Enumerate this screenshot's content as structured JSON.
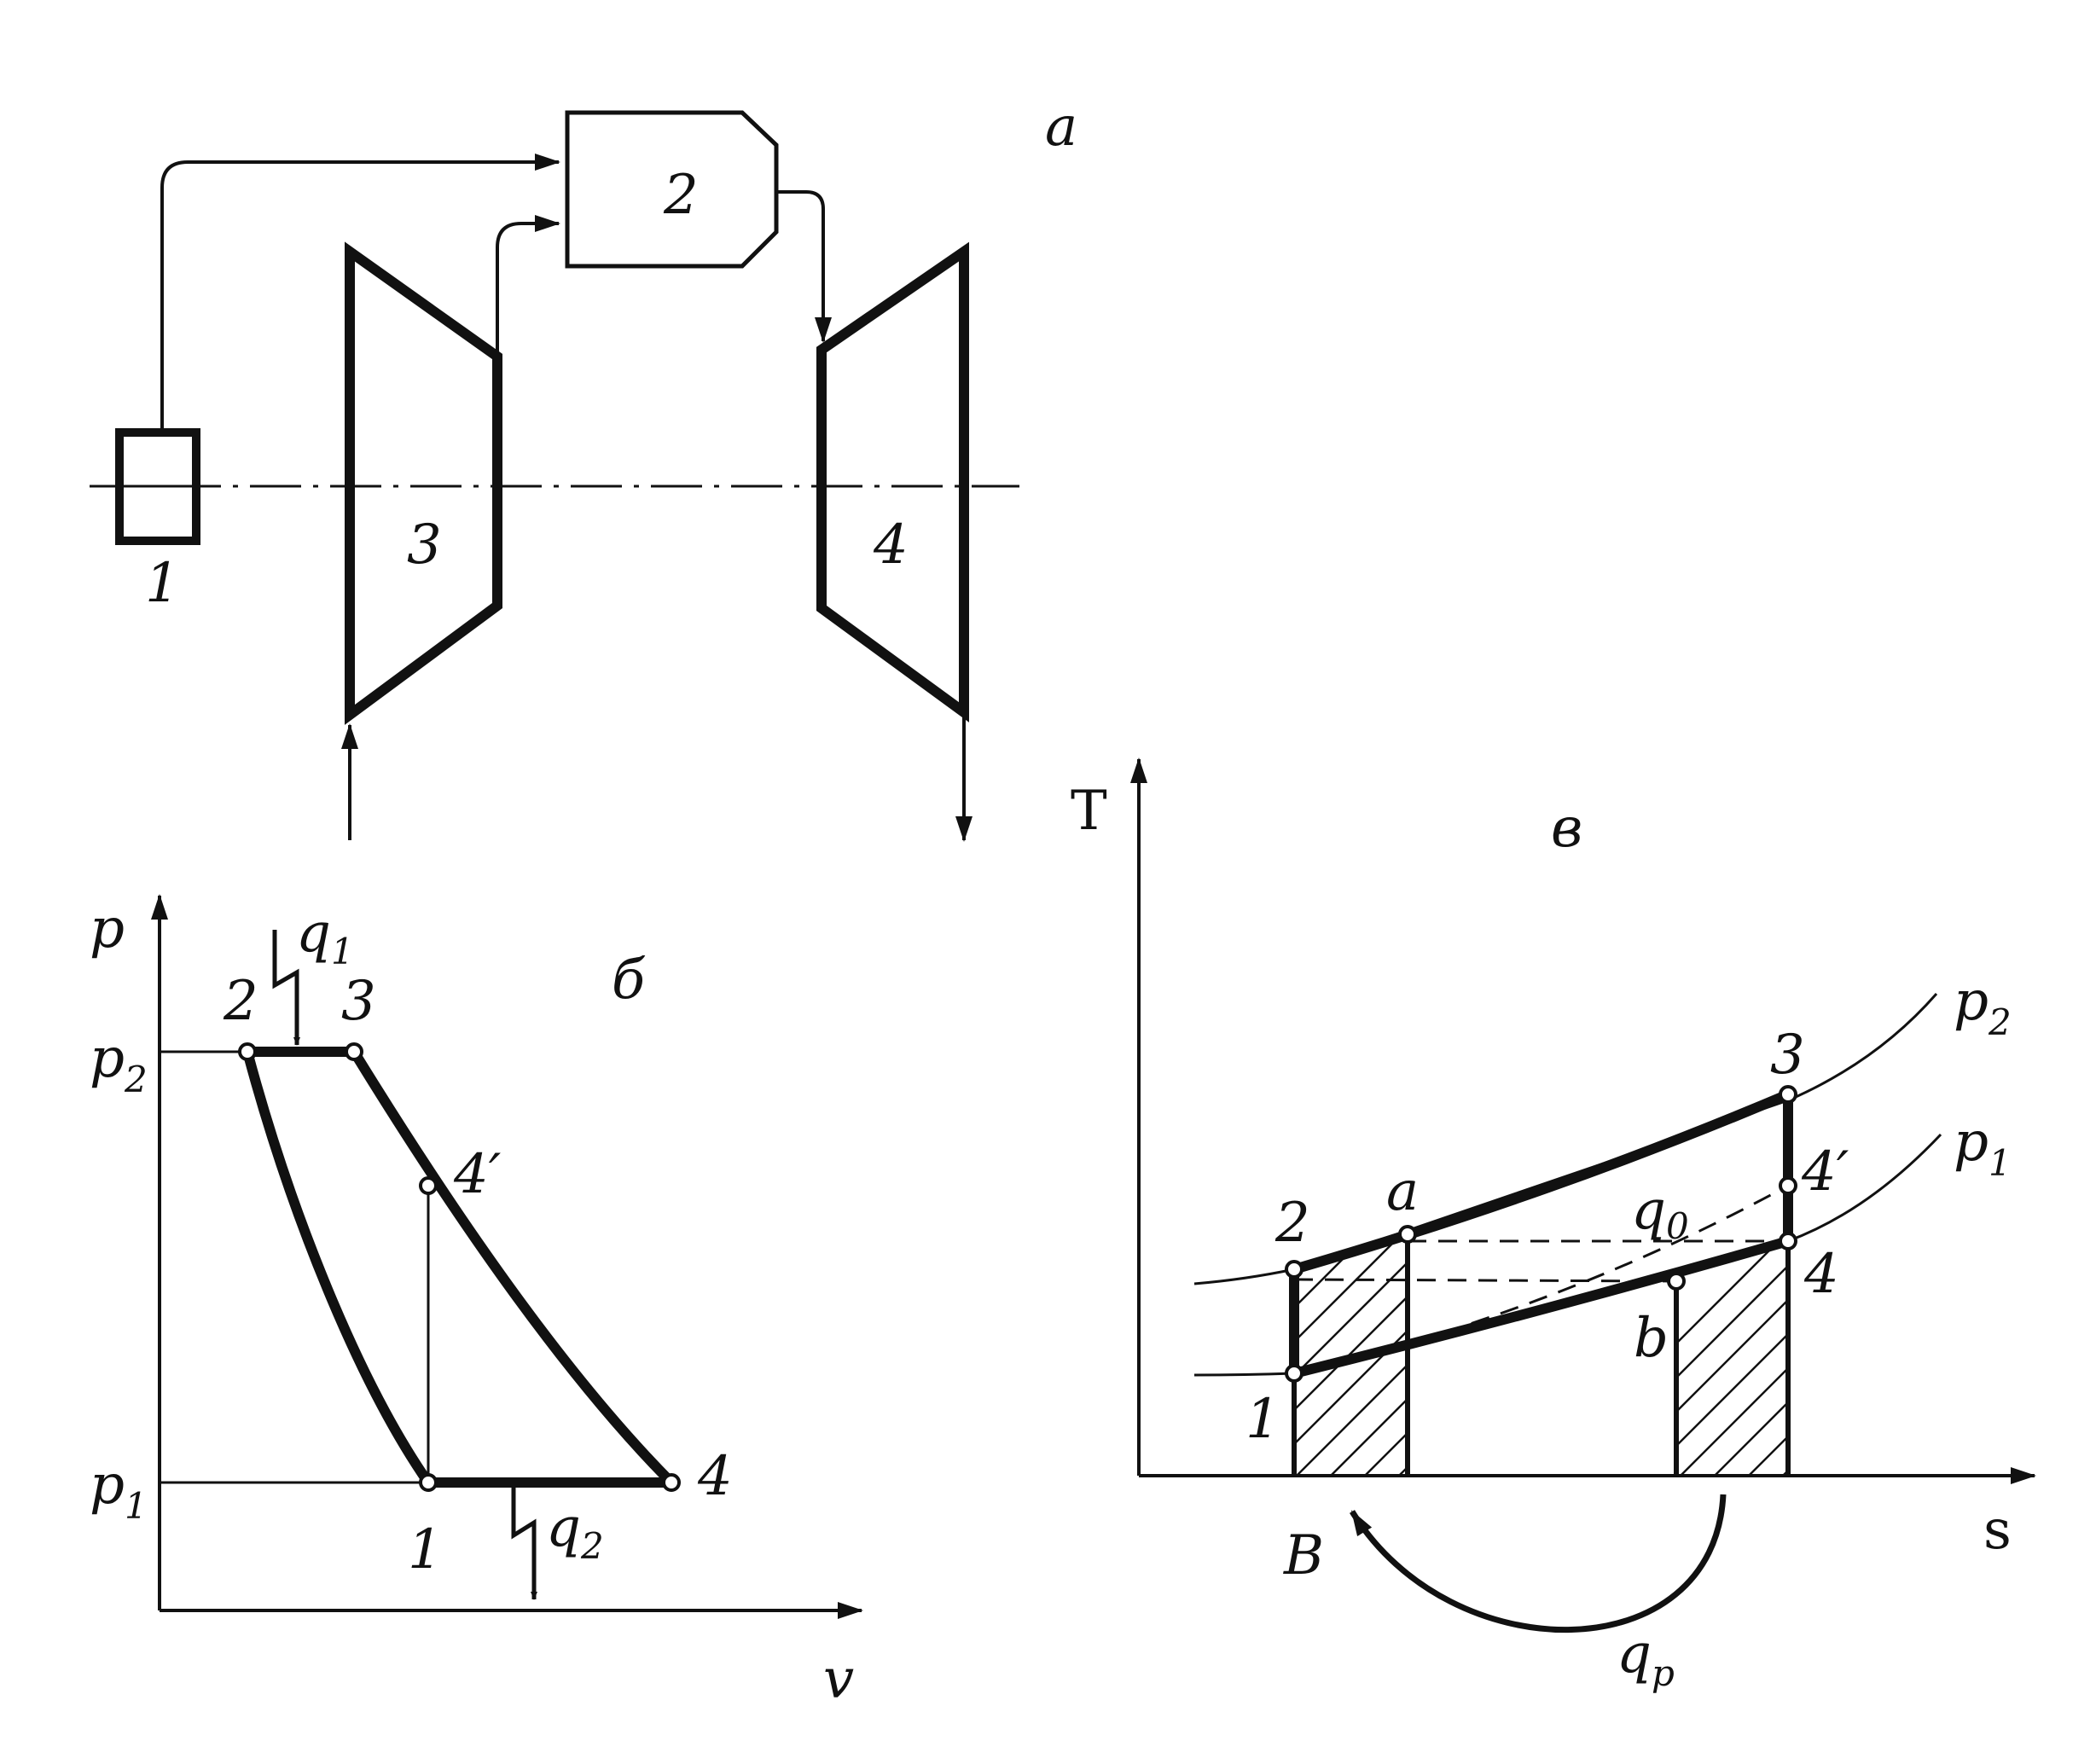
{
  "panel_a": {
    "letter": "a",
    "components": {
      "c1": "1",
      "c2": "2",
      "c3": "3",
      "c4": "4"
    }
  },
  "panel_b": {
    "letter": "б",
    "axes": {
      "y": "p",
      "x": "v"
    },
    "pressures": {
      "p2_base": "p",
      "p2_sub": "2",
      "p1_base": "p",
      "p1_sub": "1"
    },
    "heat": {
      "q1_base": "q",
      "q1_sub": "1",
      "q2_base": "q",
      "q2_sub": "2"
    },
    "points": {
      "p1": "1",
      "p2": "2",
      "p3": "3",
      "p4": "4",
      "p4prime": "4′"
    }
  },
  "panel_c": {
    "letter": "в",
    "axes": {
      "y": "T",
      "x": "s"
    },
    "isobars": {
      "p2_base": "p",
      "p2_sub": "2",
      "p1_base": "p",
      "p1_sub": "1"
    },
    "points": {
      "p1": "1",
      "p2": "2",
      "p3": "3",
      "p4": "4",
      "p4prime": "4′",
      "a": "a",
      "b": "b"
    },
    "heat": {
      "q0_base": "q",
      "q0_sub": "0",
      "qp_base": "q",
      "qp_sub": "p"
    },
    "regen_label": "B"
  }
}
